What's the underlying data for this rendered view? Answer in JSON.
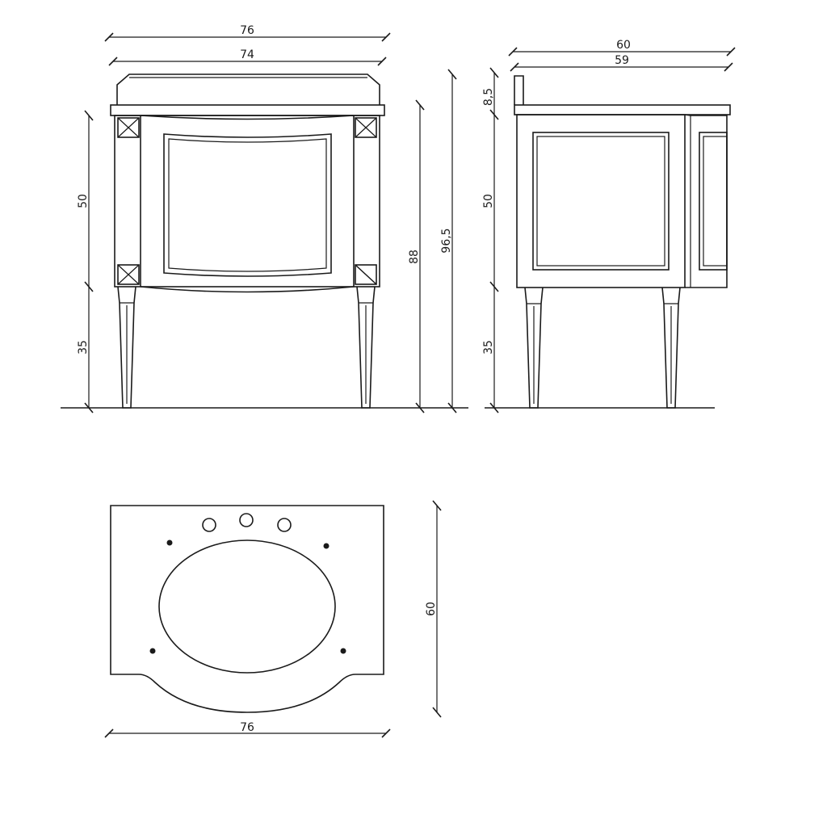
{
  "front_view": {
    "width_outer": "76",
    "width_inner": "74",
    "cabinet_height": "50",
    "leg_height": "35",
    "height_to_top": "88",
    "height_total": "96,5"
  },
  "side_view": {
    "depth_outer": "60",
    "depth_inner": "59",
    "splashback_height": "8,5",
    "cabinet_height": "50",
    "leg_height": "35"
  },
  "top_view": {
    "depth": "60",
    "width": "76"
  }
}
